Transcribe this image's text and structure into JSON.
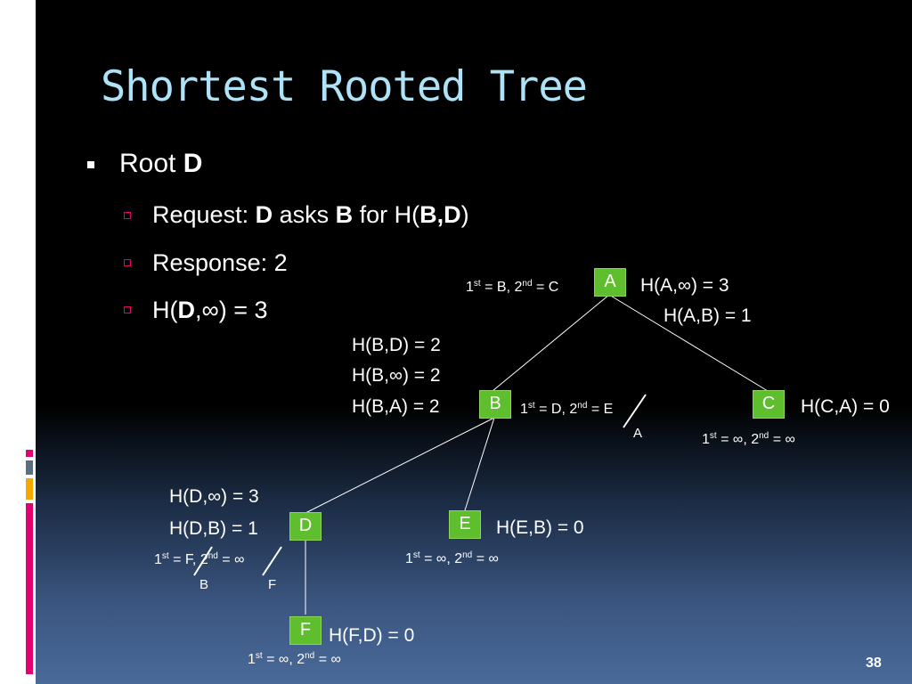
{
  "slide": {
    "title": "Shortest Rooted Tree",
    "page_number": "38"
  },
  "bullets": {
    "root_prefix": "Root ",
    "root_bold": "D",
    "request": {
      "prefix": "Request: ",
      "who": "D",
      "asks": " asks ",
      "whom": "B",
      "for": " for H(",
      "arg1": "B",
      "comma": ",",
      "arg2": "D",
      "close": ")"
    },
    "response": "Response: 2",
    "hd": {
      "prefix": "H(",
      "bold": "D",
      "rest": ",∞) = 3"
    }
  },
  "tree": {
    "nodes": {
      "A": "A",
      "B": "B",
      "C": "C",
      "D": "D",
      "E": "E",
      "F": "F"
    },
    "labels": {
      "a_h1": "H(A,∞) = 3",
      "a_h2": "H(A,B) = 1",
      "a_pref": {
        "p1": "1",
        "s1": "st",
        "m1": " = B, 2",
        "s2": "nd",
        "m2": " = C"
      },
      "b_h1": "H(B,D) = 2",
      "b_h2": "H(B,∞) = 2",
      "b_h3": "H(B,A) = 2",
      "b_pref": {
        "p1": "1",
        "s1": "st",
        "m1": " = D, 2",
        "s2": "nd",
        "m2": " = E"
      },
      "b_correction": "A",
      "c_h1": "H(C,A) = 0",
      "c_pref": {
        "p1": "1",
        "s1": "st",
        "m1": " = ∞, 2",
        "s2": "nd",
        "m2": " = ∞"
      },
      "d_h1": "H(D,∞) = 3",
      "d_h2": "H(D,B) = 1",
      "d_pref": {
        "p1": "1",
        "s1": "st",
        "m1": " = F, 2",
        "s2": "nd",
        "m2": " = ∞"
      },
      "d_correction_1": "B",
      "d_correction_2": "F",
      "e_h1": "H(E,B) = 0",
      "e_pref": {
        "p1": "1",
        "s1": "st",
        "m1": " = ∞, 2",
        "s2": "nd",
        "m2": " = ∞"
      },
      "f_h1": "H(F,D) = 0",
      "f_pref": {
        "p1": "1",
        "s1": "st",
        "m1": " = ∞, 2",
        "s2": "nd",
        "m2": " = ∞"
      }
    }
  },
  "colors": {
    "node_green": "#5fbe2e",
    "title_blue": "#aee3f7",
    "accent_pink": "#e5006f",
    "accent_orange": "#f5a800",
    "accent_gray": "#5a6e82"
  }
}
